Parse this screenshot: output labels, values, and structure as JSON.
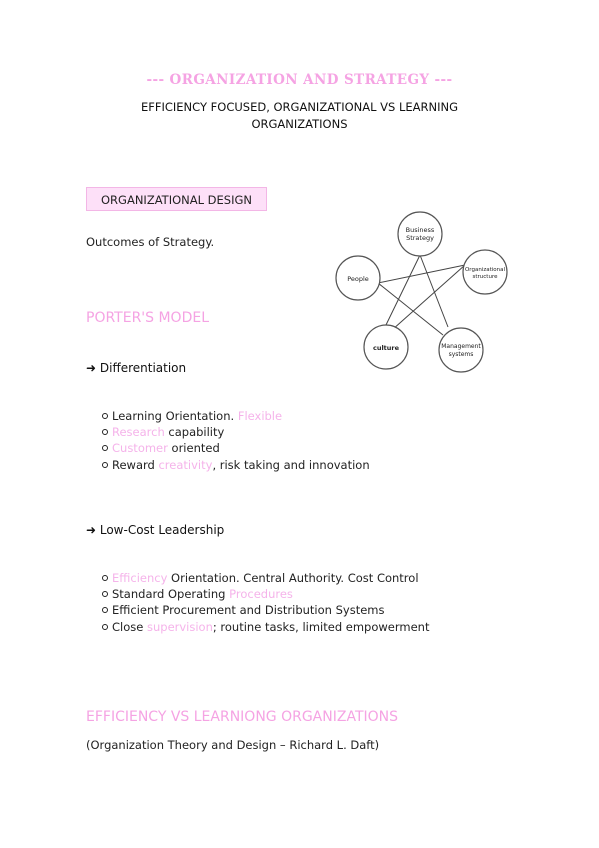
{
  "header": {
    "title": "--- ORGANIZATION AND STRATEGY ---",
    "subtitle_line1": "EFFICIENCY FOCUSED, ORGANIZATIONAL VS LEARNING",
    "subtitle_line2": "ORGANIZATIONS"
  },
  "design_section": {
    "label": "ORGANIZATIONAL DESIGN",
    "outcomes": "Outcomes of Strategy."
  },
  "diagram": {
    "nodes": {
      "business_strategy_1": "Business",
      "business_strategy_2": "Strategy",
      "people": "People",
      "org_structure_1": "Organizational",
      "org_structure_2": "structure",
      "culture": "culture",
      "management_1": "Management",
      "management_2": "systems"
    }
  },
  "porter": {
    "heading": "PORTER'S MODEL",
    "differentiation": {
      "heading": "➜ Differentiation",
      "items": [
        {
          "text": "Learning Orientation. ",
          "accent": "Flexible",
          "rest": ""
        },
        {
          "text": "",
          "accent": "Research",
          "rest": " capability"
        },
        {
          "text": "",
          "accent": "Customer",
          "rest": " oriented"
        },
        {
          "text": "Reward ",
          "accent": "creativity",
          "rest": ", risk taking and innovation"
        }
      ]
    },
    "low_cost": {
      "heading": "➜ Low-Cost Leadership",
      "items": [
        {
          "text": "",
          "accent": "Efficiency",
          "rest": " Orientation. Central Authority. Cost Control"
        },
        {
          "text": "Standard Operating ",
          "accent": "Procedures",
          "rest": ""
        },
        {
          "text": "Efficient Procurement and Distribution Systems",
          "accent": "",
          "rest": ""
        },
        {
          "text": "Close ",
          "accent": "supervision",
          "rest": "; routine tasks, limited empowerment"
        }
      ]
    }
  },
  "efficiency": {
    "heading": "EFFICIENCY VS LEARNIONG ORGANIZATIONS",
    "citation": "(Organization Theory and Design – Richard L. Daft)"
  },
  "colors": {
    "accent_pink": "#f5a3e3",
    "box_fill": "#fde0f8"
  }
}
